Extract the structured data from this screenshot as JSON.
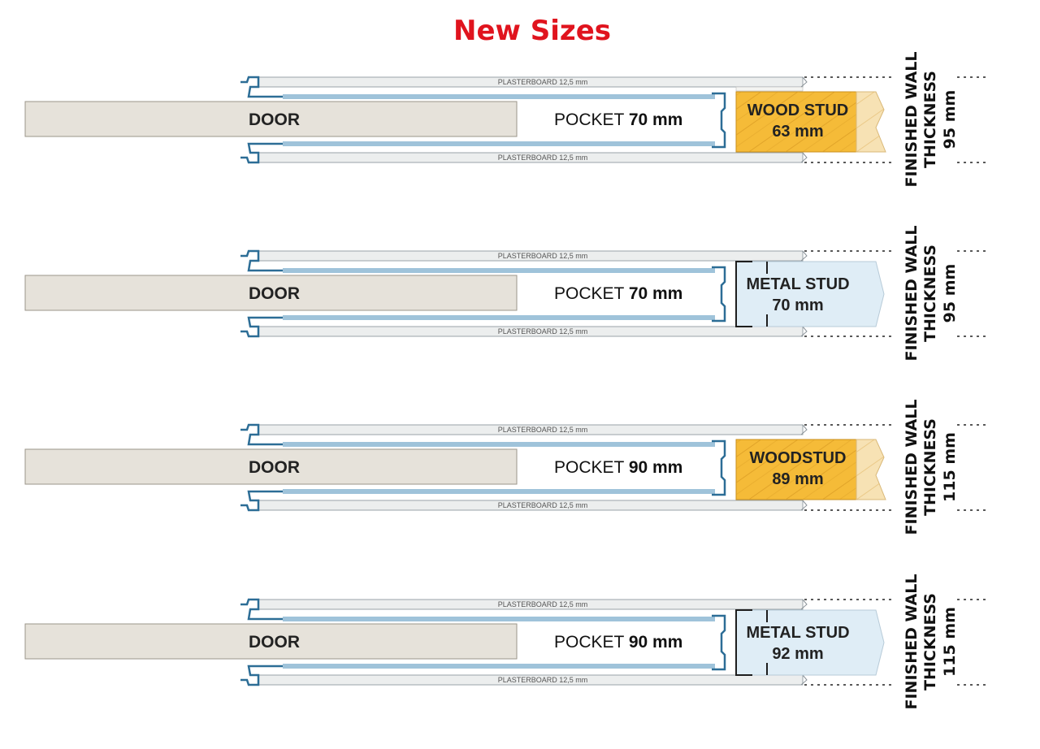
{
  "title": "New Sizes",
  "colors": {
    "title": "#e0141e",
    "door": "#e6e2da",
    "board": "#eceeee",
    "steel": "#2c6d96",
    "wood": "#f5bb38",
    "wood_light": "#f7e2b4",
    "metal": "#dfedf6"
  },
  "rows": [
    {
      "door_label": "DOOR",
      "pocket_label": "POCKET",
      "pocket_size": "70 mm",
      "top_board": "PLASTERBOARD 12,5 mm",
      "bottom_board": "PLASTERBOARD 12,5 mm",
      "stud_type": "wood",
      "stud_line1": "WOOD STUD",
      "stud_line2": "63 mm",
      "wall_line1": "FINISHED WALL",
      "wall_line2": "THICKNESS",
      "wall_value": "95 mm"
    },
    {
      "door_label": "DOOR",
      "pocket_label": "POCKET",
      "pocket_size": "70 mm",
      "top_board": "PLASTERBOARD 12,5 mm",
      "bottom_board": "PLASTERBOARD 12,5 mm",
      "stud_type": "metal",
      "stud_line1": "METAL STUD",
      "stud_line2": "70 mm",
      "wall_line1": "FINISHED WALL",
      "wall_line2": "THICKNESS",
      "wall_value": "95 mm"
    },
    {
      "door_label": "DOOR",
      "pocket_label": "POCKET",
      "pocket_size": "90 mm",
      "top_board": "PLASTERBOARD 12,5 mm",
      "bottom_board": "PLASTERBOARD 12,5 mm",
      "stud_type": "wood",
      "stud_line1": "WOODSTUD",
      "stud_line2": "89 mm",
      "wall_line1": "FINISHED WALL",
      "wall_line2": "THICKNESS",
      "wall_value": "115 mm"
    },
    {
      "door_label": "DOOR",
      "pocket_label": "POCKET",
      "pocket_size": "90 mm",
      "top_board": "PLASTERBOARD 12,5 mm",
      "bottom_board": "PLASTERBOARD 12,5 mm",
      "stud_type": "metal",
      "stud_line1": "METAL STUD",
      "stud_line2": "92 mm",
      "wall_line1": "FINISHED WALL",
      "wall_line2": "THICKNESS",
      "wall_value": "115 mm"
    }
  ]
}
